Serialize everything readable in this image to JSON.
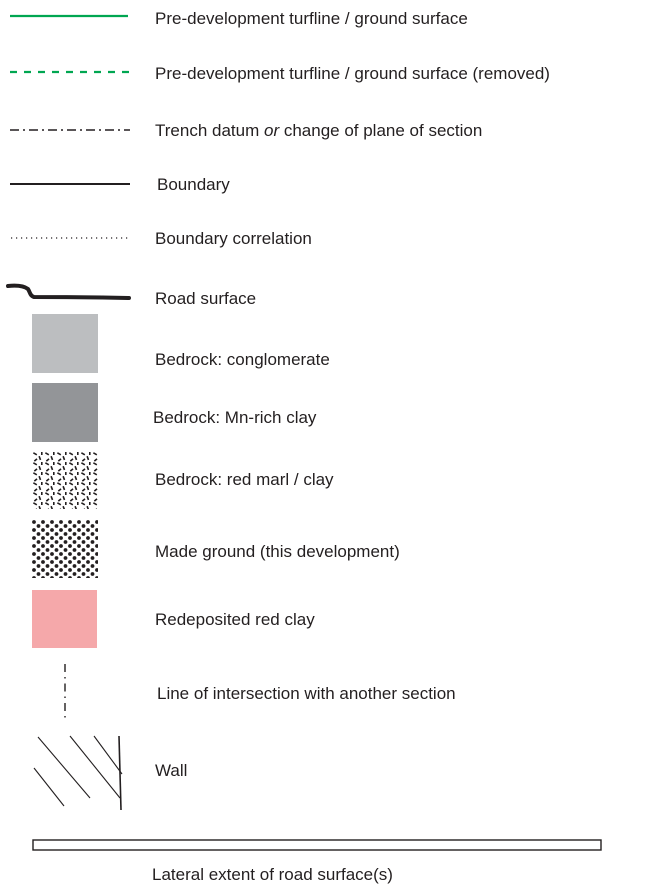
{
  "legend": {
    "items": [
      {
        "symbol": "solid-green-line",
        "label": "Pre-development turfline / ground surface"
      },
      {
        "symbol": "dashed-green-line",
        "label": "Pre-development turfline / ground surface (removed)"
      },
      {
        "symbol": "dash-dot-line",
        "label_before": "Trench datum ",
        "label_emph": "or",
        "label_after": " change of plane of section"
      },
      {
        "symbol": "solid-black-line",
        "label": "Boundary"
      },
      {
        "symbol": "dotted-line",
        "label": "Boundary correlation"
      },
      {
        "symbol": "thick-road-line",
        "label": "Road surface"
      },
      {
        "symbol": "light-grey-fill",
        "label": "Bedrock: conglomerate"
      },
      {
        "symbol": "dark-grey-fill",
        "label": "Bedrock: Mn-rich clay"
      },
      {
        "symbol": "dash-speckle-fill",
        "label": "Bedrock: red marl / clay"
      },
      {
        "symbol": "dot-fill",
        "label": "Made ground (this development)"
      },
      {
        "symbol": "pink-fill",
        "label": "Redeposited red clay"
      },
      {
        "symbol": "vertical-dashed-line",
        "label": "Line of intersection with another section"
      },
      {
        "symbol": "hatched-wall",
        "label": "Wall"
      },
      {
        "symbol": "open-bar",
        "label": "Lateral extent of road surface(s)"
      }
    ]
  },
  "colors": {
    "green": "#00a651",
    "black": "#231f20",
    "light_grey": "#bcbec0",
    "dark_grey": "#939598",
    "pink": "#f5a8aa"
  }
}
